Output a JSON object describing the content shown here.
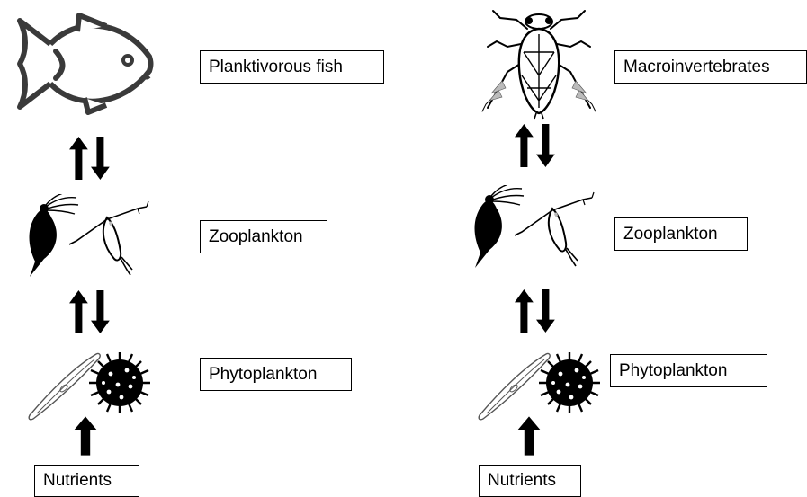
{
  "left_chain": {
    "top_label": "Planktivorous fish",
    "middle_label": "Zooplankton",
    "bottom_label": "Phytoplankton",
    "source_label": "Nutrients"
  },
  "right_chain": {
    "top_label": "Macroinvertebrates",
    "middle_label": "Zooplankton",
    "bottom_label": "Phytoplankton",
    "source_label": "Nutrients"
  },
  "icons": {
    "fish": "fish-icon",
    "macroinvertebrate": "water-bug-icon",
    "zooplankton": "daphnia-copepod-icon",
    "phytoplankton": "diatom-algae-icon",
    "arrow_pair": "up-down-arrows-icon",
    "arrow_up": "up-arrow-icon"
  },
  "colors": {
    "ink": "#000000",
    "background": "#ffffff",
    "shade": "#bbbbbb"
  }
}
